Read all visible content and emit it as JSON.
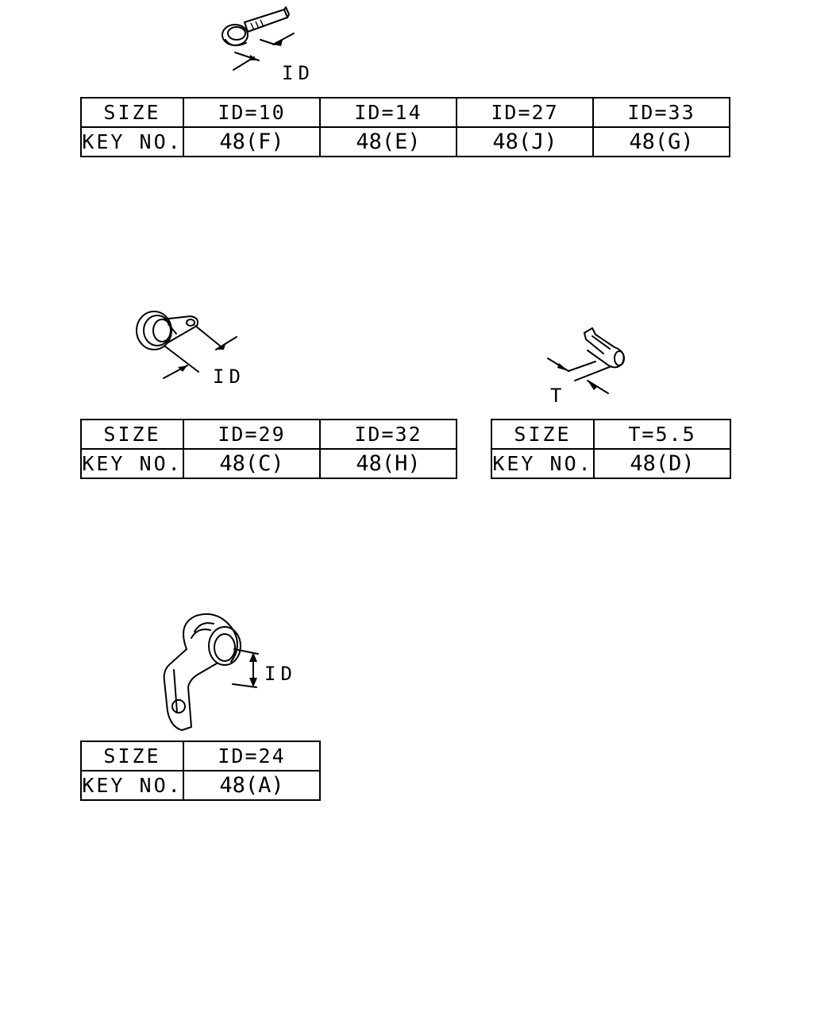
{
  "parts": [
    {
      "dimension_label": "ID",
      "table": {
        "headers": {
          "size": "SIZE",
          "key": "KEY NO."
        },
        "columns": [
          {
            "size": "ID=10",
            "key": "48(F)"
          },
          {
            "size": "ID=14",
            "key": "48(E)"
          },
          {
            "size": "ID=27",
            "key": "48(J)"
          },
          {
            "size": "ID=33",
            "key": "48(G)"
          }
        ]
      }
    },
    {
      "dimension_label": "ID",
      "table": {
        "headers": {
          "size": "SIZE",
          "key": "KEY NO."
        },
        "columns": [
          {
            "size": "ID=29",
            "key": "48(C)"
          },
          {
            "size": "ID=32",
            "key": "48(H)"
          }
        ]
      }
    },
    {
      "dimension_label": "T",
      "table": {
        "headers": {
          "size": "SIZE",
          "key": "KEY NO."
        },
        "columns": [
          {
            "size": "T=5.5",
            "key": "48(D)"
          }
        ]
      }
    },
    {
      "dimension_label": "ID",
      "table": {
        "headers": {
          "size": "SIZE",
          "key": "KEY NO."
        },
        "columns": [
          {
            "size": "ID=24",
            "key": "48(A)"
          }
        ]
      }
    }
  ]
}
